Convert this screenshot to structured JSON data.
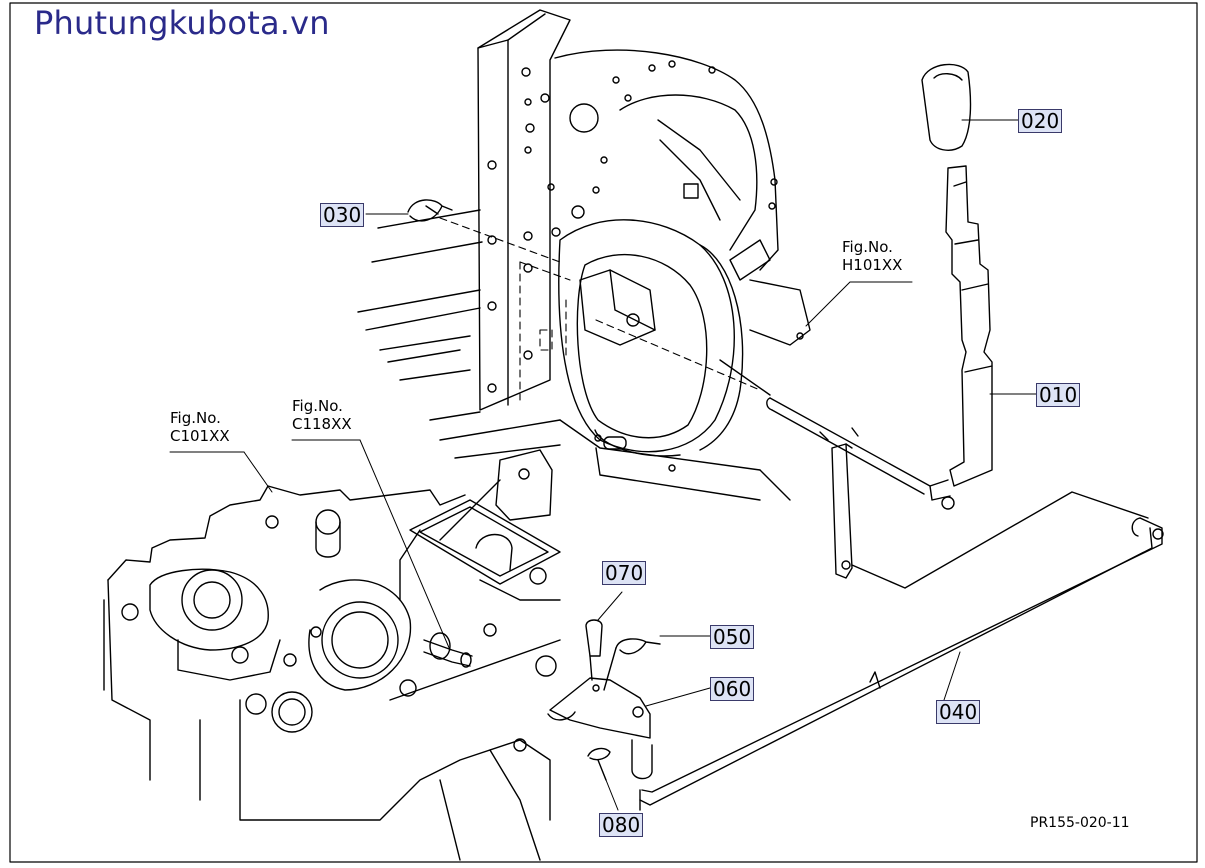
{
  "site": {
    "title": "Phutungkubota.vn"
  },
  "parts": [
    {
      "id": "part-010",
      "label": "010"
    },
    {
      "id": "part-020",
      "label": "020"
    },
    {
      "id": "part-030",
      "label": "030"
    },
    {
      "id": "part-040",
      "label": "040"
    },
    {
      "id": "part-050",
      "label": "050"
    },
    {
      "id": "part-060",
      "label": "060"
    },
    {
      "id": "part-070",
      "label": "070"
    },
    {
      "id": "part-080",
      "label": "080"
    }
  ],
  "figure_refs": [
    {
      "id": "h101",
      "line1": "Fig.No.",
      "line2": "H101XX"
    },
    {
      "id": "c101",
      "line1": "Fig.No.",
      "line2": "C101XX"
    },
    {
      "id": "c118",
      "line1": "Fig.No.",
      "line2": "C118XX"
    }
  ],
  "diagram_code": "PR155-020-11"
}
